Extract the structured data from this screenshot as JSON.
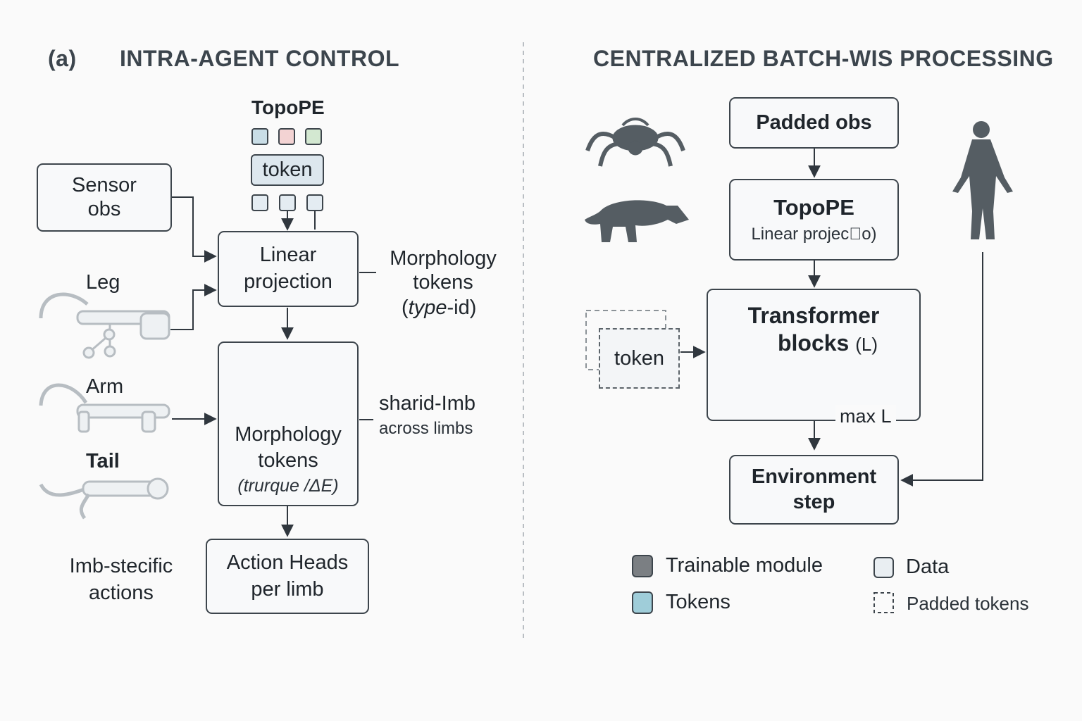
{
  "left_panel": {
    "panel_letter": "(a)",
    "heading": "INTRA-AGENT CONTROL",
    "topope_label": "TopoPE",
    "token_label": "token",
    "sensor_obs": "Sensor\nobs",
    "limbs": {
      "leg": "Leg",
      "arm": "Arm",
      "tail": "Tail"
    },
    "linear_projection": "Linear\nprojection",
    "morphology_tokens_side": "Morphology\ntokens",
    "morphology_tokens_side_type": "type",
    "morphology_tokens_side_id": "-id)",
    "morphology_tokens_box": "Morphology\ntokens",
    "morphology_tokens_box_sub": "(trurque /ΔE)",
    "shared_limb": "sharid-Imb",
    "across_limbs": "across limbs",
    "limb_specific": "Imb-stecific\nactions",
    "action_heads": "Action Heads\nper limb",
    "colors": {
      "pe_blue": "#c9dde6",
      "pe_pink": "#f3d3d3",
      "pe_green": "#d3e8d1",
      "token_fill": "#dde7ee"
    }
  },
  "right_panel": {
    "heading": "CENTRALIZED BATCH-WIS PROCESSING",
    "padded_obs": "Padded obs",
    "topope_title": "TopoPE",
    "topope_sub": "Linear projec\u0000o)",
    "token_label": "token",
    "transformer_title": "Transformer",
    "transformer_blocks": "blocks",
    "transformer_l": "(L)",
    "max_l": "max L",
    "environment_step": "Environment\nstep",
    "agents": [
      "spider-icon",
      "quadruped-icon",
      "humanoid-icon"
    ]
  },
  "legend": {
    "trainable_module": "Trainable module",
    "data": "Data",
    "tokens": "Tokens",
    "padded_tokens": "Padded tokens",
    "colors": {
      "trainable": "#7b7f83",
      "tokens": "#9fcdd9",
      "data": "#e9eef2"
    }
  }
}
